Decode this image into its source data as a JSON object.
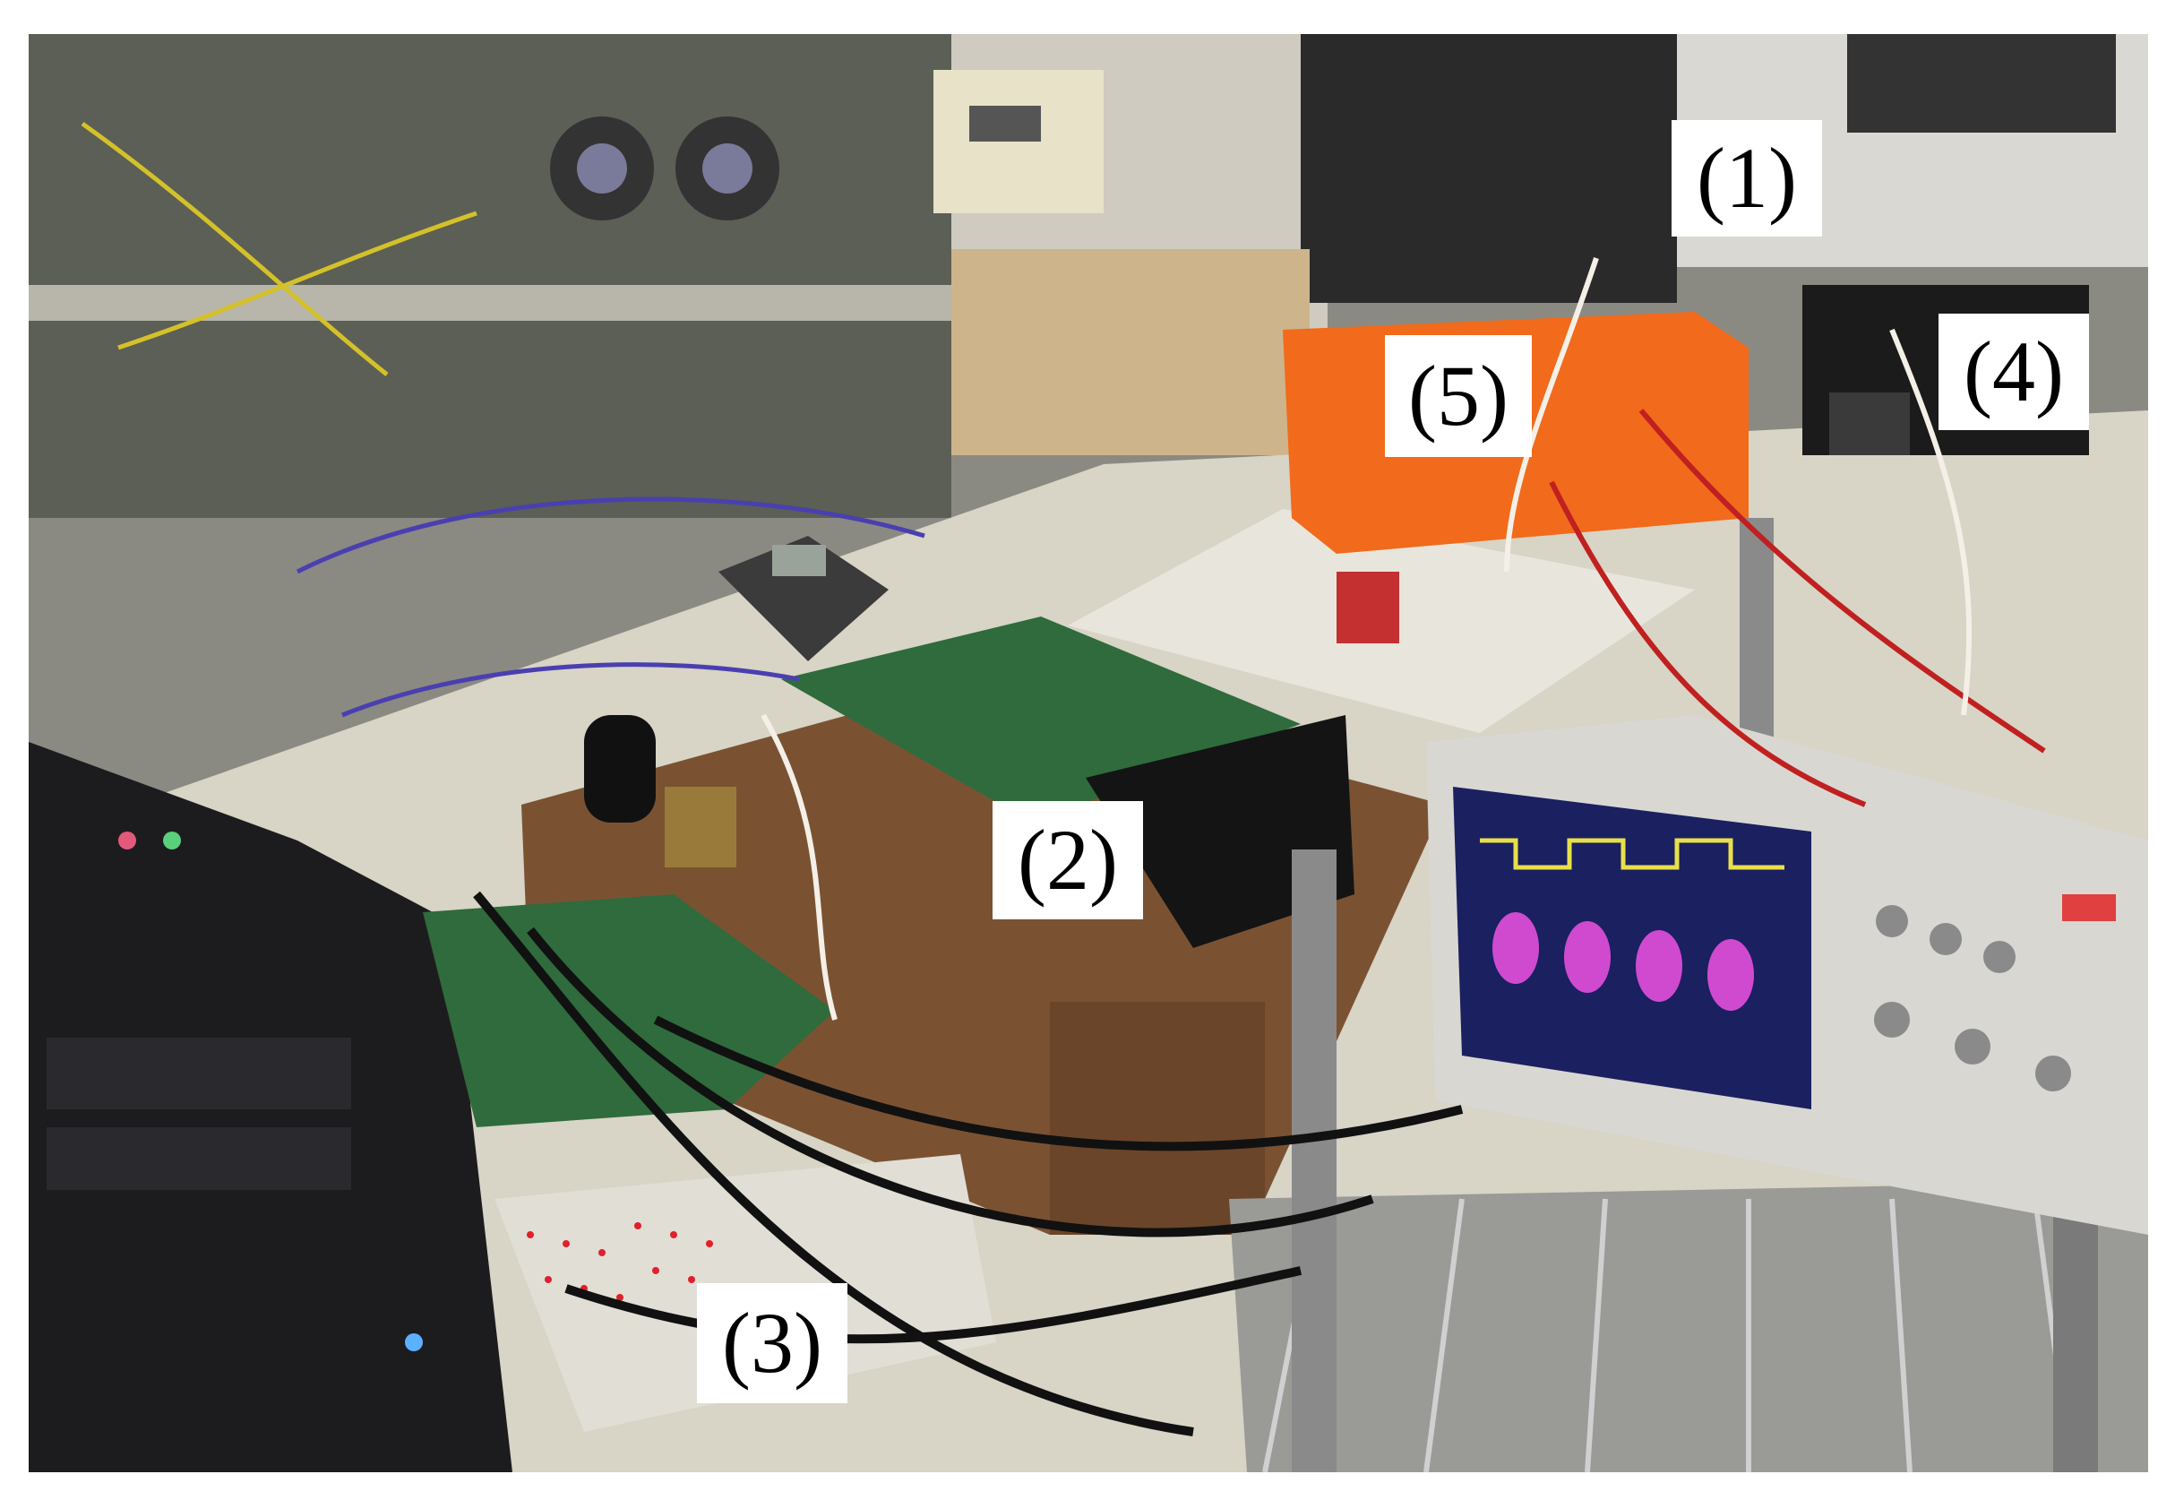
{
  "figure": {
    "description_labels": [
      {
        "id": "1",
        "text": "(1)"
      },
      {
        "id": "2",
        "text": "(2)"
      },
      {
        "id": "3",
        "text": "(3)"
      },
      {
        "id": "4",
        "text": "(4)"
      },
      {
        "id": "5",
        "text": "(5)"
      }
    ]
  },
  "colors": {
    "frame": "#ffffff",
    "label_bg": "#ffffff",
    "label_text": "#000000",
    "orange_box": "#f26a1b",
    "pcb_green": "#2f6b3c",
    "wood": "#7a5232",
    "scope_screen": "#1a2060",
    "scope_trace_yellow": "#e8e04a",
    "scope_trace_magenta": "#d04ad0"
  }
}
